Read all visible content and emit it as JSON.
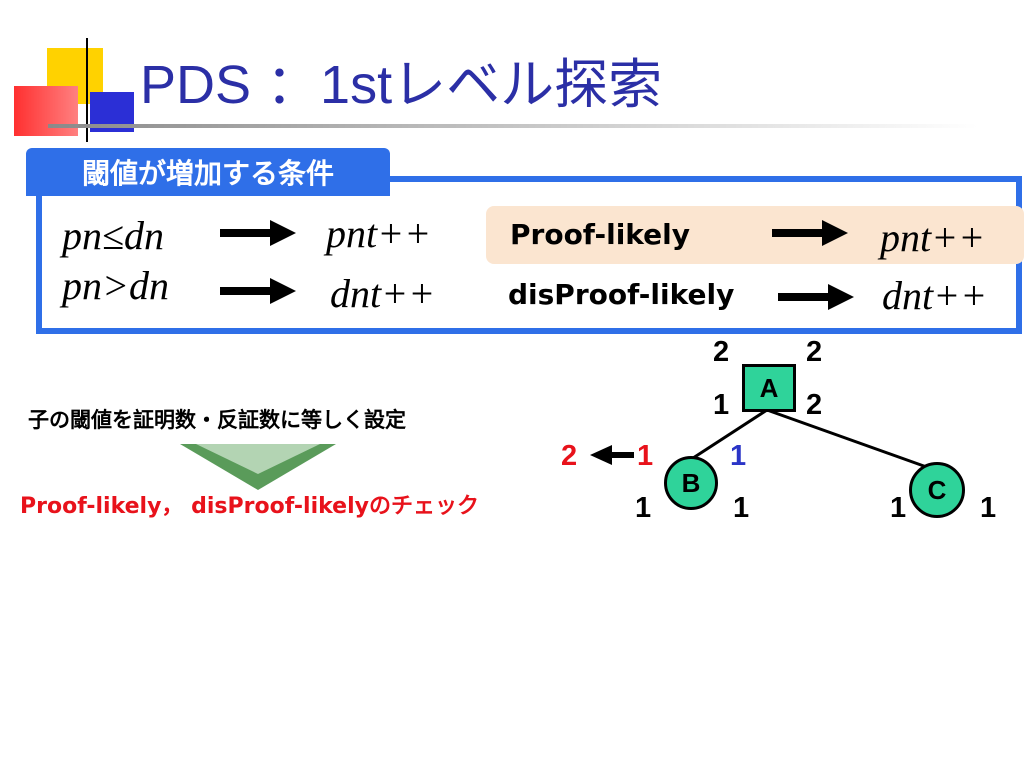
{
  "slide": {
    "title": "PDS ：1stレベル探索",
    "tab_label": "閾値が増加する条件",
    "colors": {
      "title": "#2b2fa6",
      "frame": "#2f6fe8",
      "tab": "#2f6fe8",
      "highlight": "#fbe5d0",
      "node": "#2fd39a",
      "red": "#e8121b",
      "blue": "#2b35c7"
    }
  },
  "rules": {
    "row1": {
      "condition": "pn≤dn",
      "result": "pnt++",
      "tag": "Proof-likely",
      "tag_result": "pnt++"
    },
    "row2": {
      "condition": "pn>dn",
      "result": "dnt++",
      "tag": "disProof-likely",
      "tag_result": "dnt++"
    }
  },
  "left_notes": {
    "step1": "子の閾値を証明数・反証数に等しく設定",
    "step2_a": "Proof-likely，",
    "step2_b": "disProof-likely",
    "step2_c": "のチェック"
  },
  "tree": {
    "A": {
      "label": "A",
      "top_left": "2",
      "top_right": "2",
      "bottom_left": "1",
      "bottom_right": "2"
    },
    "B": {
      "label": "B",
      "prev": "2",
      "top_left": "1",
      "top_right": "1",
      "bottom_left": "1",
      "bottom_right": "1"
    },
    "C": {
      "label": "C",
      "bottom_left": "1",
      "bottom_right": "1"
    }
  }
}
